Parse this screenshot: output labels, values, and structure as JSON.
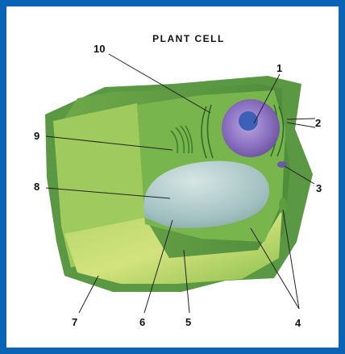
{
  "diagram": {
    "title": "PLANT CELL",
    "labels": [
      "1",
      "2",
      "3",
      "4",
      "5",
      "6",
      "7",
      "8",
      "9",
      "10"
    ]
  },
  "colors": {
    "frame": "#0b63b6",
    "panel": "#ffffff",
    "wall_dark": "#5d9a45",
    "wall_light": "#a9d063",
    "cytoplasm": "#7cb84f",
    "nucleus": "#8a6fc0",
    "nucleolus": "#3a5fb8",
    "vacuole": "#a7c6c9"
  }
}
